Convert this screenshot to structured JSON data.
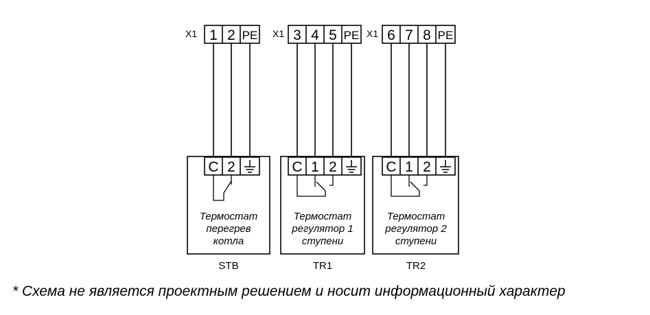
{
  "terminal_blocks": [
    {
      "label": "X1",
      "pins": [
        "1",
        "2",
        "PE"
      ]
    },
    {
      "label": "X1",
      "pins": [
        "3",
        "4",
        "5",
        "PE"
      ]
    },
    {
      "label": "X1",
      "pins": [
        "6",
        "7",
        "8",
        "PE"
      ]
    }
  ],
  "devices": [
    {
      "pins": [
        "C",
        "2",
        "ground-symbol"
      ],
      "description": [
        "Термостат",
        "перегрев",
        "котла"
      ],
      "code": "STB"
    },
    {
      "pins": [
        "C",
        "1",
        "2",
        "ground-symbol"
      ],
      "description": [
        "Термостат",
        "регулятор 1",
        "ступени"
      ],
      "code": "TR1"
    },
    {
      "pins": [
        "C",
        "1",
        "2",
        "ground-symbol"
      ],
      "description": [
        "Термостат",
        "регулятор 2",
        "ступени"
      ],
      "code": "TR2"
    }
  ],
  "footnote": "* Схема не является проектным решением и носит информационный характер"
}
